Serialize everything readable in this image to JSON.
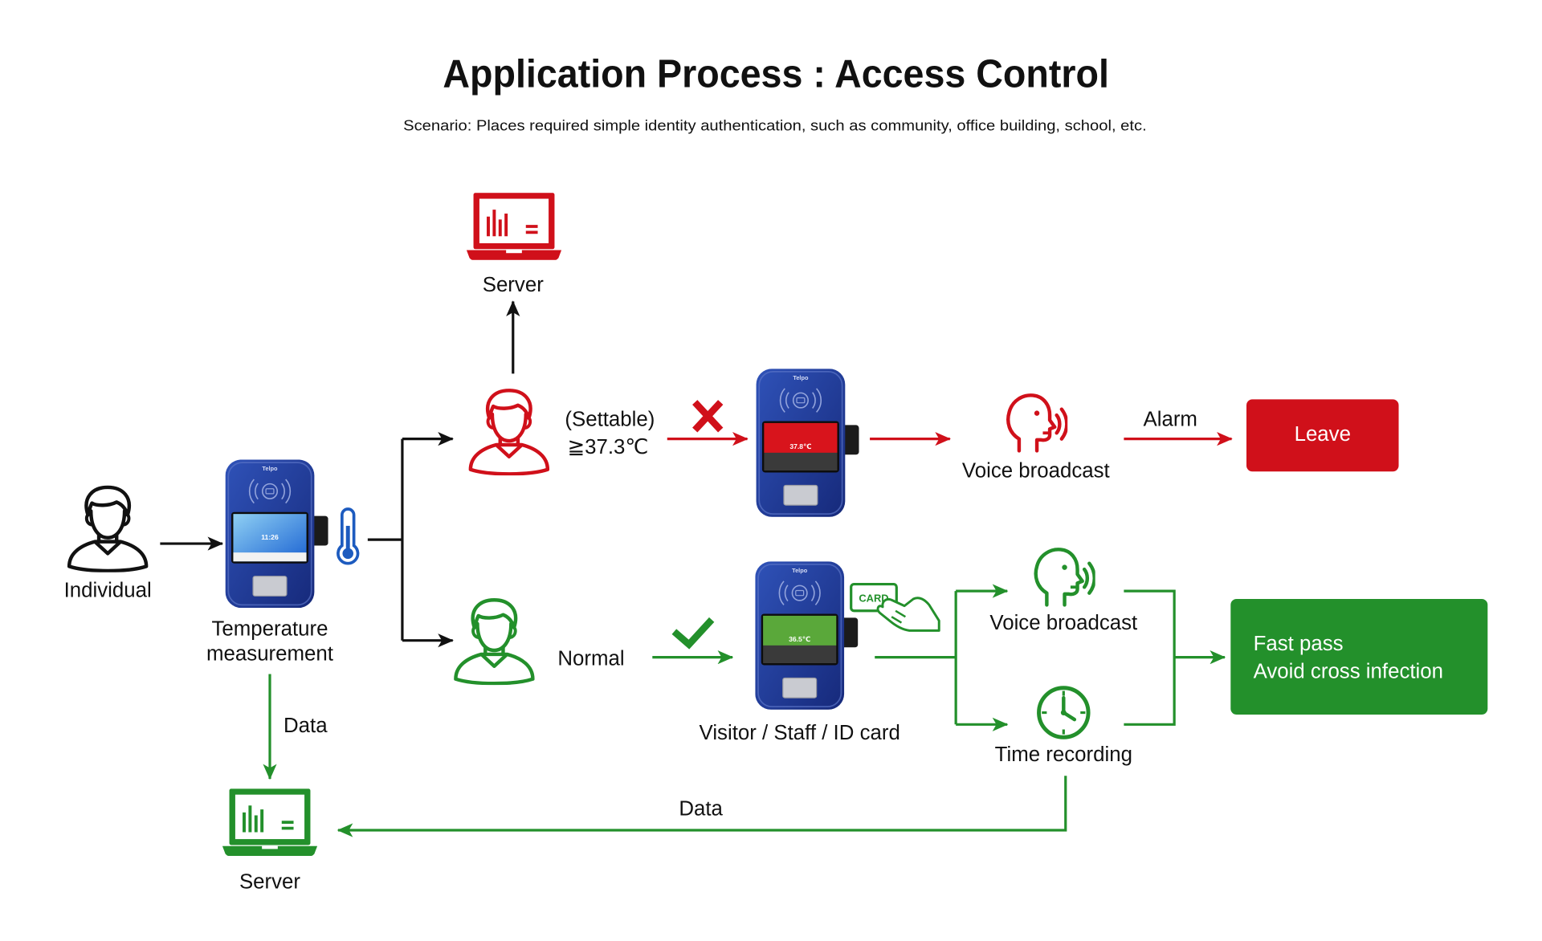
{
  "title": "Application Process : Access Control",
  "subtitle": "Scenario: Places required simple identity authentication, such as community, office building, school, etc.",
  "colors": {
    "alarm_red": "#d0101a",
    "normal_green": "#23902b",
    "flow_black": "#111111",
    "device_blue": "#1f3a94",
    "thermometer_blue": "#1d5bbf"
  },
  "device_brand": "Telpo",
  "individual": {
    "label": "Individual"
  },
  "measurement": {
    "label_line1": "Temperature",
    "label_line2": "measurement",
    "screen_time": "11:26"
  },
  "abnormal": {
    "server_label": "Server",
    "condition_line1": "(Settable)",
    "condition_line2": "≧37.3℃",
    "screen_temperature": "37.8℃",
    "voice_label": "Voice broadcast",
    "alarm_label": "Alarm",
    "result_label": "Leave"
  },
  "normal": {
    "condition_label": "Normal",
    "screen_temperature": "36.5℃",
    "card_text": "CARD",
    "device_label": "Visitor / Staff / ID card",
    "voice_label": "Voice broadcast",
    "time_label": "Time recording",
    "result_line1": "Fast pass",
    "result_line2": "Avoid cross infection"
  },
  "data_flow": {
    "measurement_data_label": "Data",
    "record_data_label": "Data",
    "server_label": "Server"
  },
  "icons": {
    "person": "person-icon",
    "device": "face-recognition-terminal-icon",
    "thermometer": "thermometer-icon",
    "server": "laptop-server-icon",
    "voice": "voice-broadcast-icon",
    "clock": "clock-icon",
    "card": "id-card-icon",
    "reject": "cross-mark-icon",
    "accept": "check-mark-icon"
  }
}
